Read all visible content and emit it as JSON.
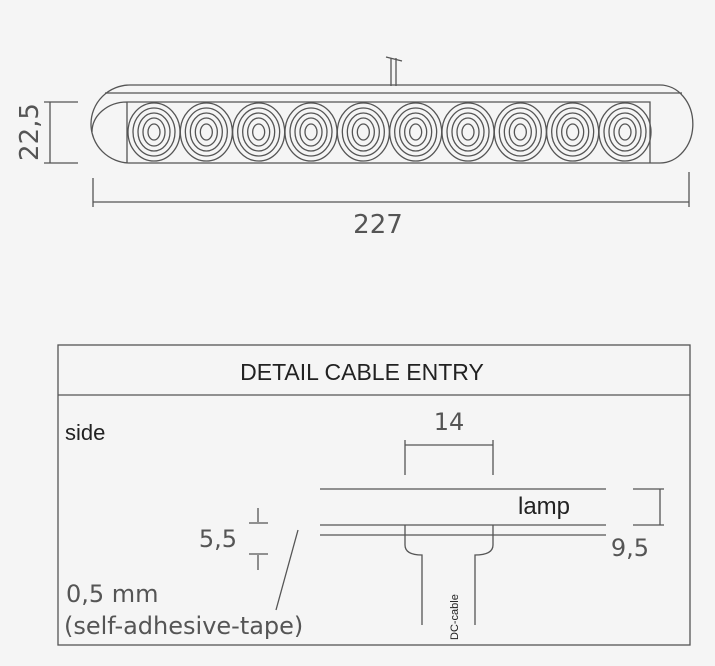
{
  "top_view": {
    "height_dim": "22,5",
    "length_dim": "227",
    "led_count": 10
  },
  "detail": {
    "title": "DETAIL CABLE ENTRY",
    "side_label": "side",
    "width_dim": "14",
    "lamp_label": "lamp",
    "lamp_height_dim": "9,5",
    "gap_dim": "5,5",
    "tape_thickness": "0,5 mm",
    "tape_label": "(self-adhesive-tape)",
    "cable_label": "DC-cable"
  },
  "colors": {
    "line": "#555555",
    "background": "#f5f5f5"
  }
}
